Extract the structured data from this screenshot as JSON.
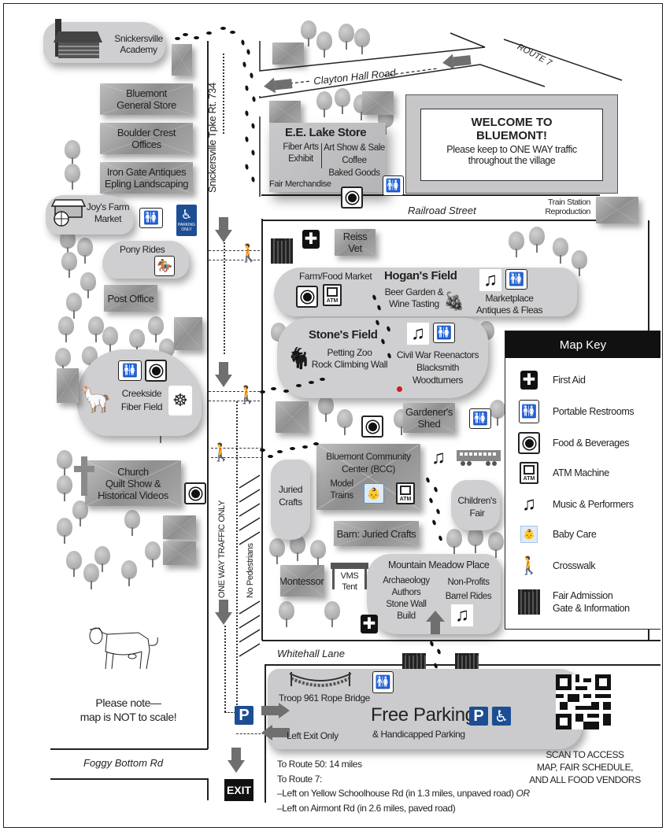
{
  "map": {
    "title_sign": {
      "line1": "WELCOME TO",
      "line2": "BLUEMONT!",
      "line3": "Please keep to ONE WAY traffic",
      "line4": "throughout the village"
    },
    "roads": {
      "route7": "ROUTE 7",
      "clayton_hall": "Clayton Hall Road",
      "snickersville": "Snickersville Tpke Rt. 734",
      "railroad": "Railroad Street",
      "whitehall": "Whitehall Lane",
      "foggy_bottom": "Foggy Bottom Rd",
      "one_way": "ONE WAY TRAFFIC ONLY",
      "no_pedestrians": "No Pedestrians"
    },
    "locations": {
      "snickersville_academy": [
        "Snickersville",
        "Academy"
      ],
      "general_store": [
        "Bluemont",
        "General Store"
      ],
      "boulder_crest": [
        "Boulder Crest",
        "Offices"
      ],
      "iron_gate": [
        "Iron Gate Antiques",
        "Epling Landscaping"
      ],
      "joys_farm": [
        "Joy's Farm",
        "Market"
      ],
      "parking_only": [
        "PARKING",
        "ONLY"
      ],
      "pony_rides": "Pony Rides",
      "post_office": "Post Office",
      "creekside": [
        "Creekside",
        "Fiber Field"
      ],
      "church": [
        "Church",
        "Quilt Show &",
        "Historical Videos"
      ],
      "ee_lake": {
        "title": "E.E. Lake Store",
        "left": [
          "Fiber Arts",
          "Exhibit"
        ],
        "right": [
          "Art Show & Sale",
          "Coffee",
          "Baked Goods"
        ],
        "bottom": "Fair Merchandise"
      },
      "train_station": [
        "Train Station",
        "Reproduction"
      ],
      "reiss_vet": [
        "Reiss",
        "Vet"
      ],
      "hogans_field": {
        "title": "Hogan's Field",
        "farm_market": "Farm/Food Market",
        "beer": [
          "Beer Garden &",
          "Wine Tasting"
        ],
        "marketplace": [
          "Marketplace",
          "Antiques & Fleas"
        ]
      },
      "stones_field": {
        "title": "Stone's Field",
        "left": [
          "Petting Zoo",
          "Rock Climbing Wall"
        ],
        "right": [
          "Civil War Reenactors",
          "Blacksmith",
          "Woodturners"
        ]
      },
      "gardeners_shed": [
        "Gardener's",
        "Shed"
      ],
      "bcc": {
        "title": [
          "Bluemont Community",
          "Center (BCC)"
        ],
        "model_trains": [
          "Model",
          "Trains"
        ]
      },
      "juried_crafts": [
        "Juried",
        "Crafts"
      ],
      "barn": "Barn: Juried Crafts",
      "childrens_fair": [
        "Children's",
        "Fair"
      ],
      "montessori": "Montessori",
      "vms_tent": [
        "VMS",
        "Tent"
      ],
      "mountain_meadow": {
        "title": "Mountain Meadow Place",
        "left": [
          "Archaeology",
          "Authors",
          "Stone Wall",
          "Build"
        ],
        "right": [
          "Non-Profits",
          "Barrel Rides"
        ]
      },
      "rope_bridge": "Troop 961 Rope Bridge",
      "free_parking": "Free Parking",
      "handicapped": "& Handicapped Parking",
      "left_exit": "Left Exit Only",
      "exit": "EXIT"
    },
    "note": [
      "Please note—",
      "map is NOT to scale!"
    ],
    "directions": [
      "To Route 50: 14 miles",
      "To Route 7:",
      "–Left on Yellow Schoolhouse Rd (in 1.3 miles, unpaved road) ",
      "–Left on Airmont Rd (in 2.6 miles, paved road)"
    ],
    "directions_or": "OR",
    "qr_caption": [
      "SCAN TO ACCESS",
      "MAP, FAIR SCHEDULE,",
      "AND ALL FOOD VENDORS"
    ],
    "key": {
      "title": "Map Key",
      "items": [
        {
          "icon": "first-aid-icon",
          "label": [
            "First Aid"
          ]
        },
        {
          "icon": "restroom-icon",
          "label": [
            "Portable Restrooms"
          ]
        },
        {
          "icon": "food-icon",
          "label": [
            "Food & Beverages"
          ]
        },
        {
          "icon": "atm-icon",
          "label": [
            "ATM Machine"
          ]
        },
        {
          "icon": "music-icon",
          "label": [
            "Music & Performers"
          ]
        },
        {
          "icon": "baby-care-icon",
          "label": [
            "Baby Care"
          ]
        },
        {
          "icon": "crosswalk-icon",
          "label": [
            "Crosswalk"
          ]
        },
        {
          "icon": "gate-icon",
          "label": [
            "Fair Admission",
            "Gate & Information"
          ]
        }
      ]
    },
    "icon_glyphs": {
      "first_aid": "✚",
      "restroom": "🚻",
      "music": "♫",
      "ped": "🚶",
      "parking": "P",
      "wheelchair": "♿",
      "atm": "ATM"
    },
    "colors": {
      "parking_blue": "#1d4e94",
      "marker_red": "#d61a1a",
      "baby_blue": "#4a90d9"
    }
  }
}
